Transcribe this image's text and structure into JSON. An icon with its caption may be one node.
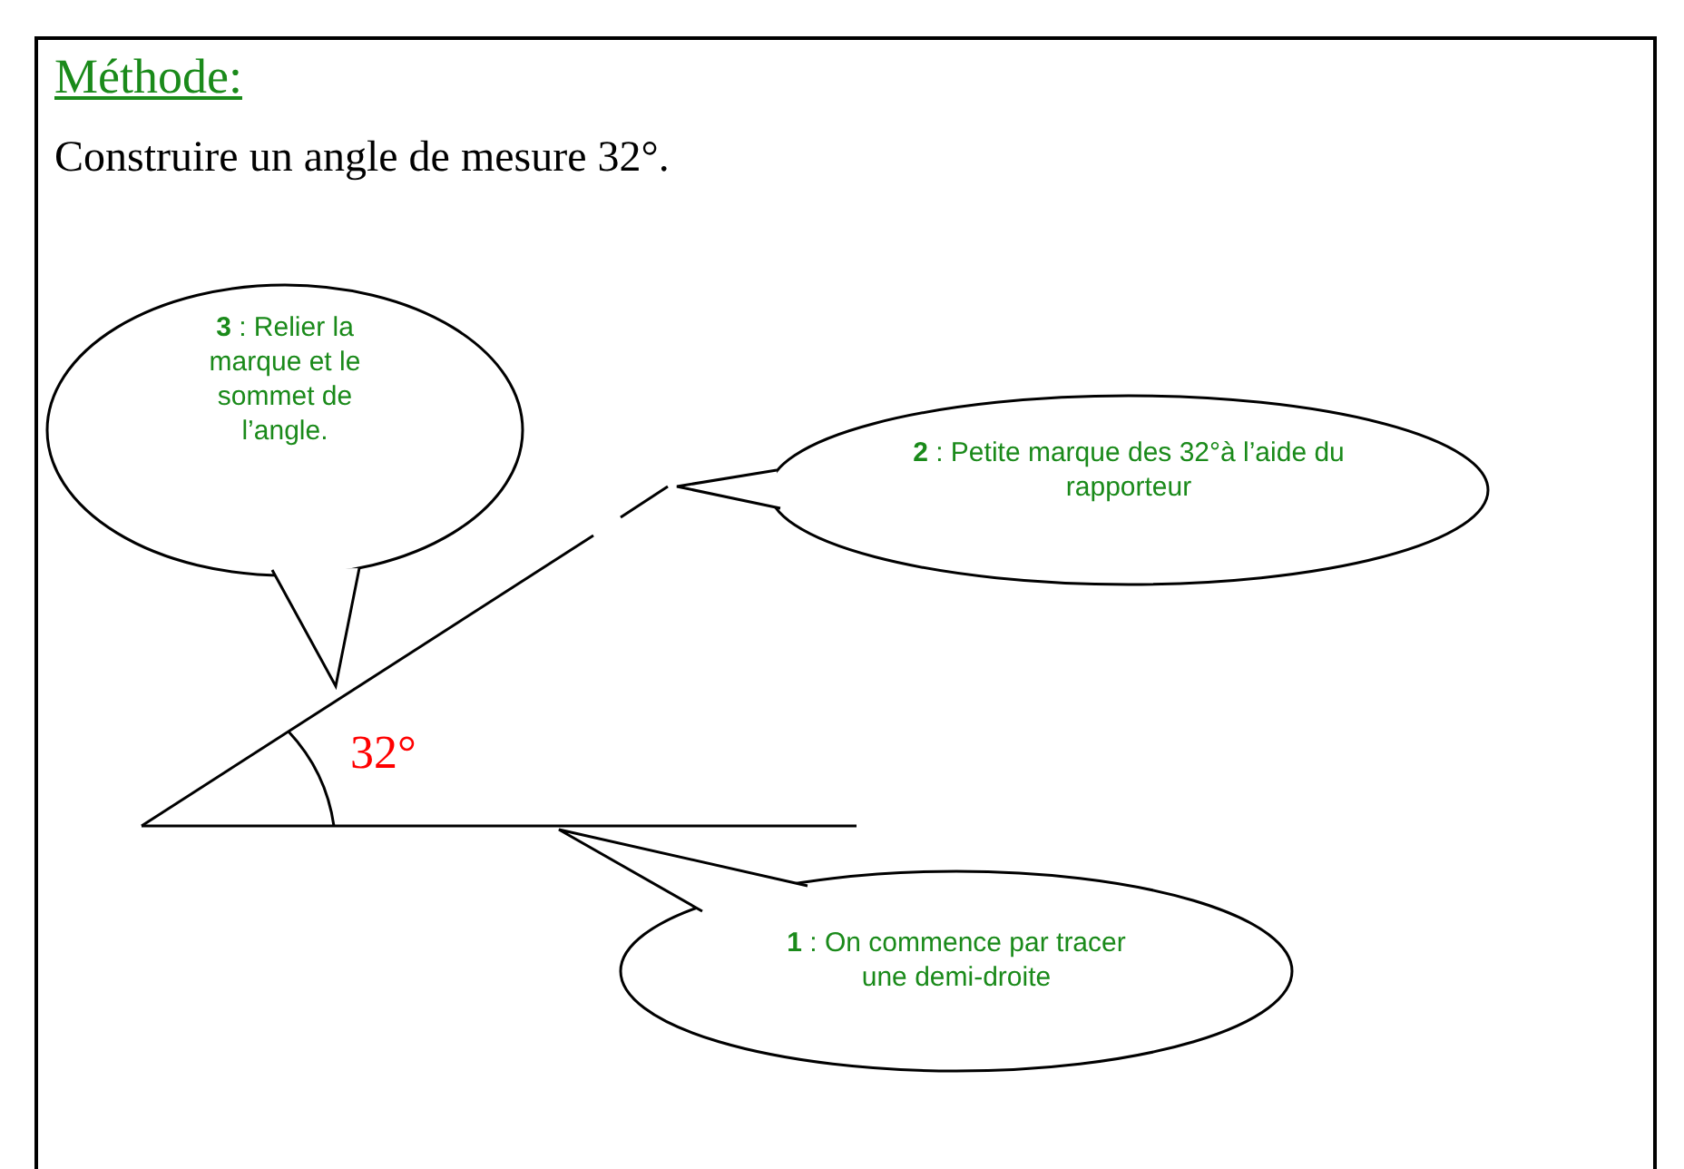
{
  "diagram": {
    "title": "Méthode:",
    "nodes": [
      {
        "text": [
          "**3** : Relier la marque et le sommet de l’angle."
        ]
      },
      {
        "text": [
          "**2** : Petite marque des 32°à l’aide du rapporteur"
        ]
      },
      {
        "text": [
          "**1** : On commence par tracer une demi-droite"
        ]
      }
    ],
    "labels": [
      "Construire un angle de mesure 32°.",
      "32°"
    ]
  }
}
